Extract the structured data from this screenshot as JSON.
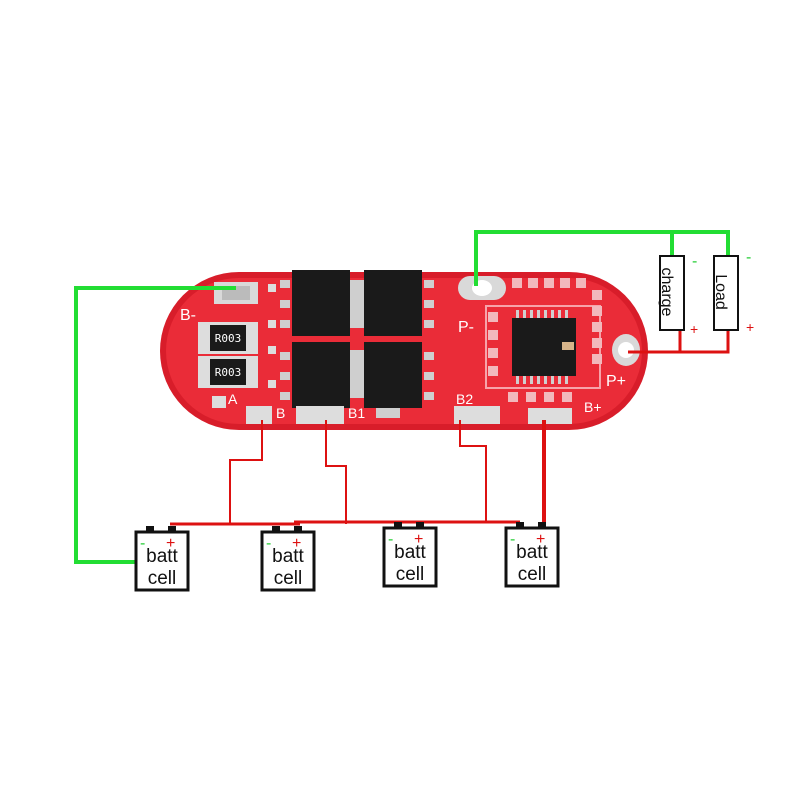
{
  "board": {
    "labels": {
      "b_minus": "B-",
      "p_minus": "P-",
      "p_plus": "P+",
      "a": "A",
      "b": "B",
      "b1": "B1",
      "b2": "B2",
      "b_plus": "B+"
    },
    "resistors": [
      "R003",
      "R003"
    ]
  },
  "batteries": [
    {
      "line1": "batt",
      "line2": "cell",
      "minus": "-",
      "plus": "+"
    },
    {
      "line1": "batt",
      "line2": "cell",
      "minus": "-",
      "plus": "+"
    },
    {
      "line1": "batt",
      "line2": "cell",
      "minus": "-",
      "plus": "+"
    },
    {
      "line1": "batt",
      "line2": "cell",
      "minus": "-",
      "plus": "+"
    }
  ],
  "external": {
    "charge": {
      "label": "charge",
      "minus": "-",
      "plus": "+"
    },
    "load": {
      "label": "Load",
      "minus": "-",
      "plus": "+"
    }
  },
  "colors": {
    "board": "#e0202c",
    "wire_green": "#22dd33",
    "wire_red": "#dd1111"
  }
}
